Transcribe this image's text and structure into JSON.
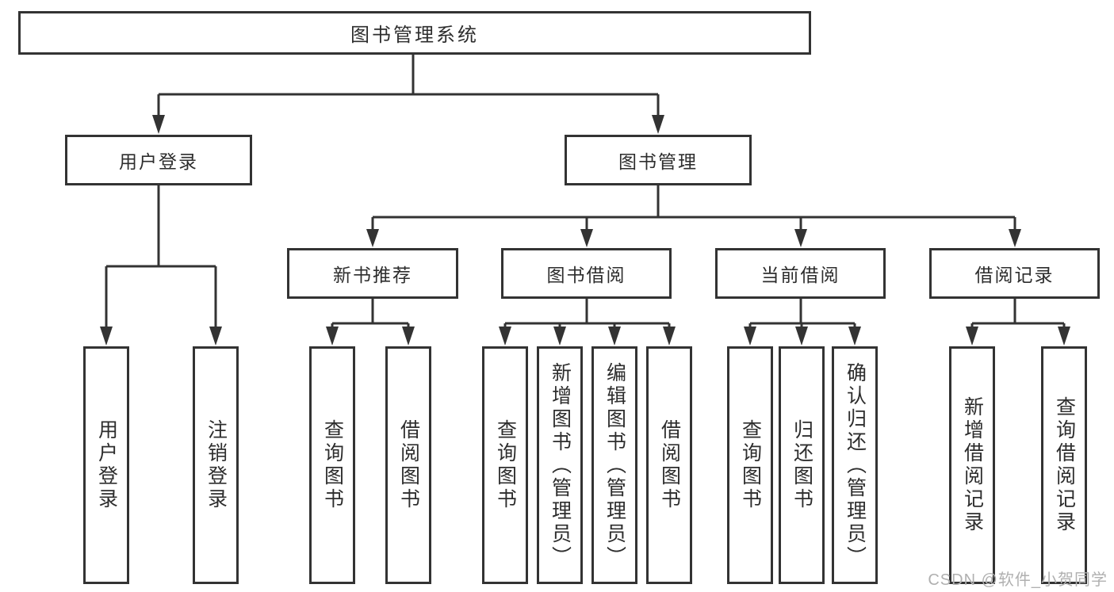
{
  "diagram": {
    "title": "图书管理系统",
    "tree": {
      "label": "图书管理系统",
      "children": [
        {
          "label": "用户登录",
          "children": [
            {
              "label": "用户登录"
            },
            {
              "label": "注销登录"
            }
          ]
        },
        {
          "label": "图书管理",
          "children": [
            {
              "label": "新书推荐",
              "children": [
                {
                  "label": "查询图书"
                },
                {
                  "label": "借阅图书"
                }
              ]
            },
            {
              "label": "图书借阅",
              "children": [
                {
                  "label": "查询图书"
                },
                {
                  "label": "新增图书（管理员）"
                },
                {
                  "label": "编辑图书（管理员）"
                },
                {
                  "label": "借阅图书"
                }
              ]
            },
            {
              "label": "当前借阅",
              "children": [
                {
                  "label": "查询图书"
                },
                {
                  "label": "归还图书"
                },
                {
                  "label": "确认归还（管理员）"
                }
              ]
            },
            {
              "label": "借阅记录",
              "children": [
                {
                  "label": "新增借阅记录"
                },
                {
                  "label": "查询借阅记录"
                }
              ]
            }
          ]
        }
      ]
    },
    "colors": {
      "line": "#333333",
      "text": "#2d2d2d",
      "box_background": "#ffffff",
      "watermark": "#b0b0b0"
    }
  },
  "watermark": {
    "text": "CSDN @软件_小贺同学"
  }
}
